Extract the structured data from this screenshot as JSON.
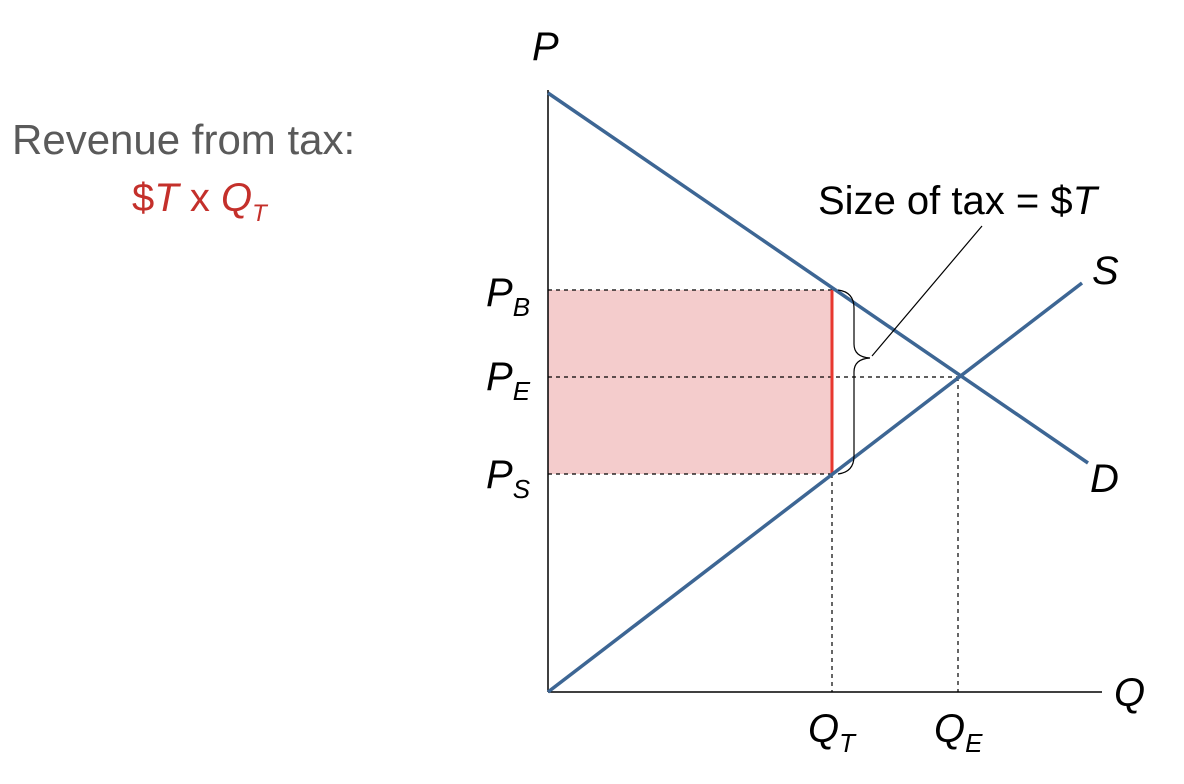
{
  "sidebar": {
    "title": "Revenue from tax:",
    "formula": {
      "prefix": "$",
      "tax": "T",
      "mult": "x",
      "qty": "Q",
      "qty_sub": "T"
    }
  },
  "diagram": {
    "axis_y_label": "P",
    "axis_x_label": "Q",
    "price_labels": [
      {
        "main": "P",
        "sub": "B"
      },
      {
        "main": "P",
        "sub": "E"
      },
      {
        "main": "P",
        "sub": "S"
      }
    ],
    "quantity_labels": [
      {
        "main": "Q",
        "sub": "T"
      },
      {
        "main": "Q",
        "sub": "E"
      }
    ],
    "supply_label": "S",
    "demand_label": "D",
    "tax_annotation": {
      "text": "Size of tax = $",
      "var": "T"
    },
    "colors": {
      "curve": "#3d6694",
      "revenue_fill": "#f4cccc",
      "tax_wedge": "#e8382f",
      "formula": "#c4302b",
      "title_text": "#5a5a5a"
    }
  }
}
